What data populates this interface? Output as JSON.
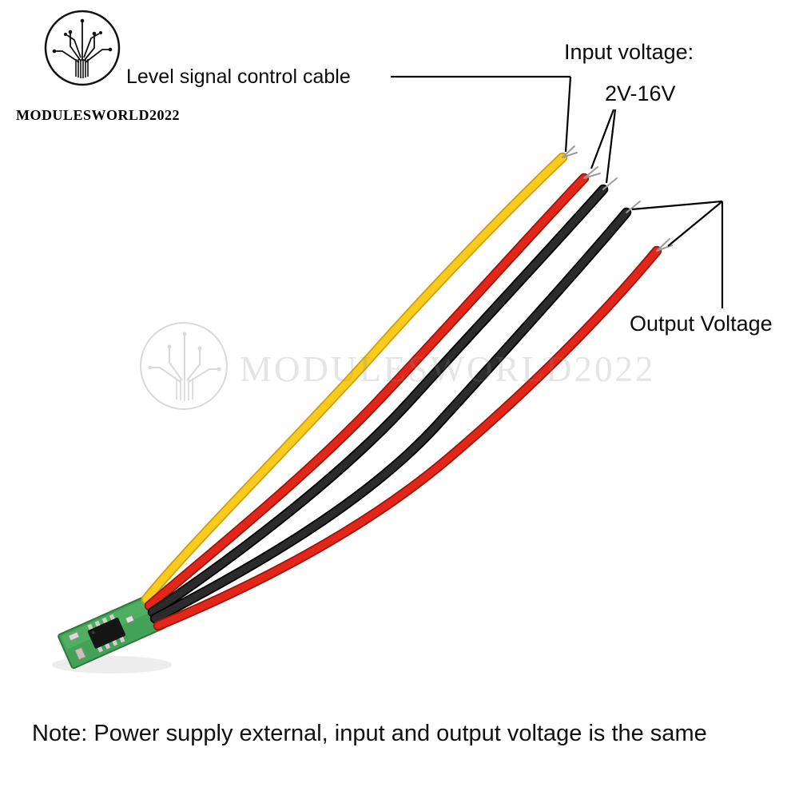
{
  "branding": {
    "logo_text": "MODULESWORLD2022",
    "watermark_text": "MODULESWORLD2022"
  },
  "annotations": {
    "level_signal": "Level signal control cable",
    "input_voltage_line1": "Input voltage:",
    "input_voltage_line2": "2V-16V",
    "output_voltage": "Output Voltage",
    "note": "Note: Power supply external, input and output voltage is the same"
  },
  "wires": [
    {
      "name": "level-signal-wire",
      "color_name": "yellow",
      "label": "Level signal control cable"
    },
    {
      "name": "input-wire-red",
      "color_name": "red",
      "label": "Input voltage: 2V-16V"
    },
    {
      "name": "input-wire-black",
      "color_name": "black",
      "label": "Input voltage: 2V-16V"
    },
    {
      "name": "output-wire-black",
      "color_name": "black",
      "label": "Output Voltage"
    },
    {
      "name": "output-wire-red",
      "color_name": "red",
      "label": "Output Voltage"
    }
  ],
  "colors": {
    "wire_yellow": "#f8cb1c",
    "wire_yellow_shade": "#cf9d0c",
    "wire_red": "#e2271a",
    "wire_red_shade": "#9e1308",
    "wire_black": "#232323",
    "wire_black_shade": "#000000",
    "pcb_green": "#43a257",
    "annotation_line": "#000000",
    "background": "#ffffff"
  }
}
